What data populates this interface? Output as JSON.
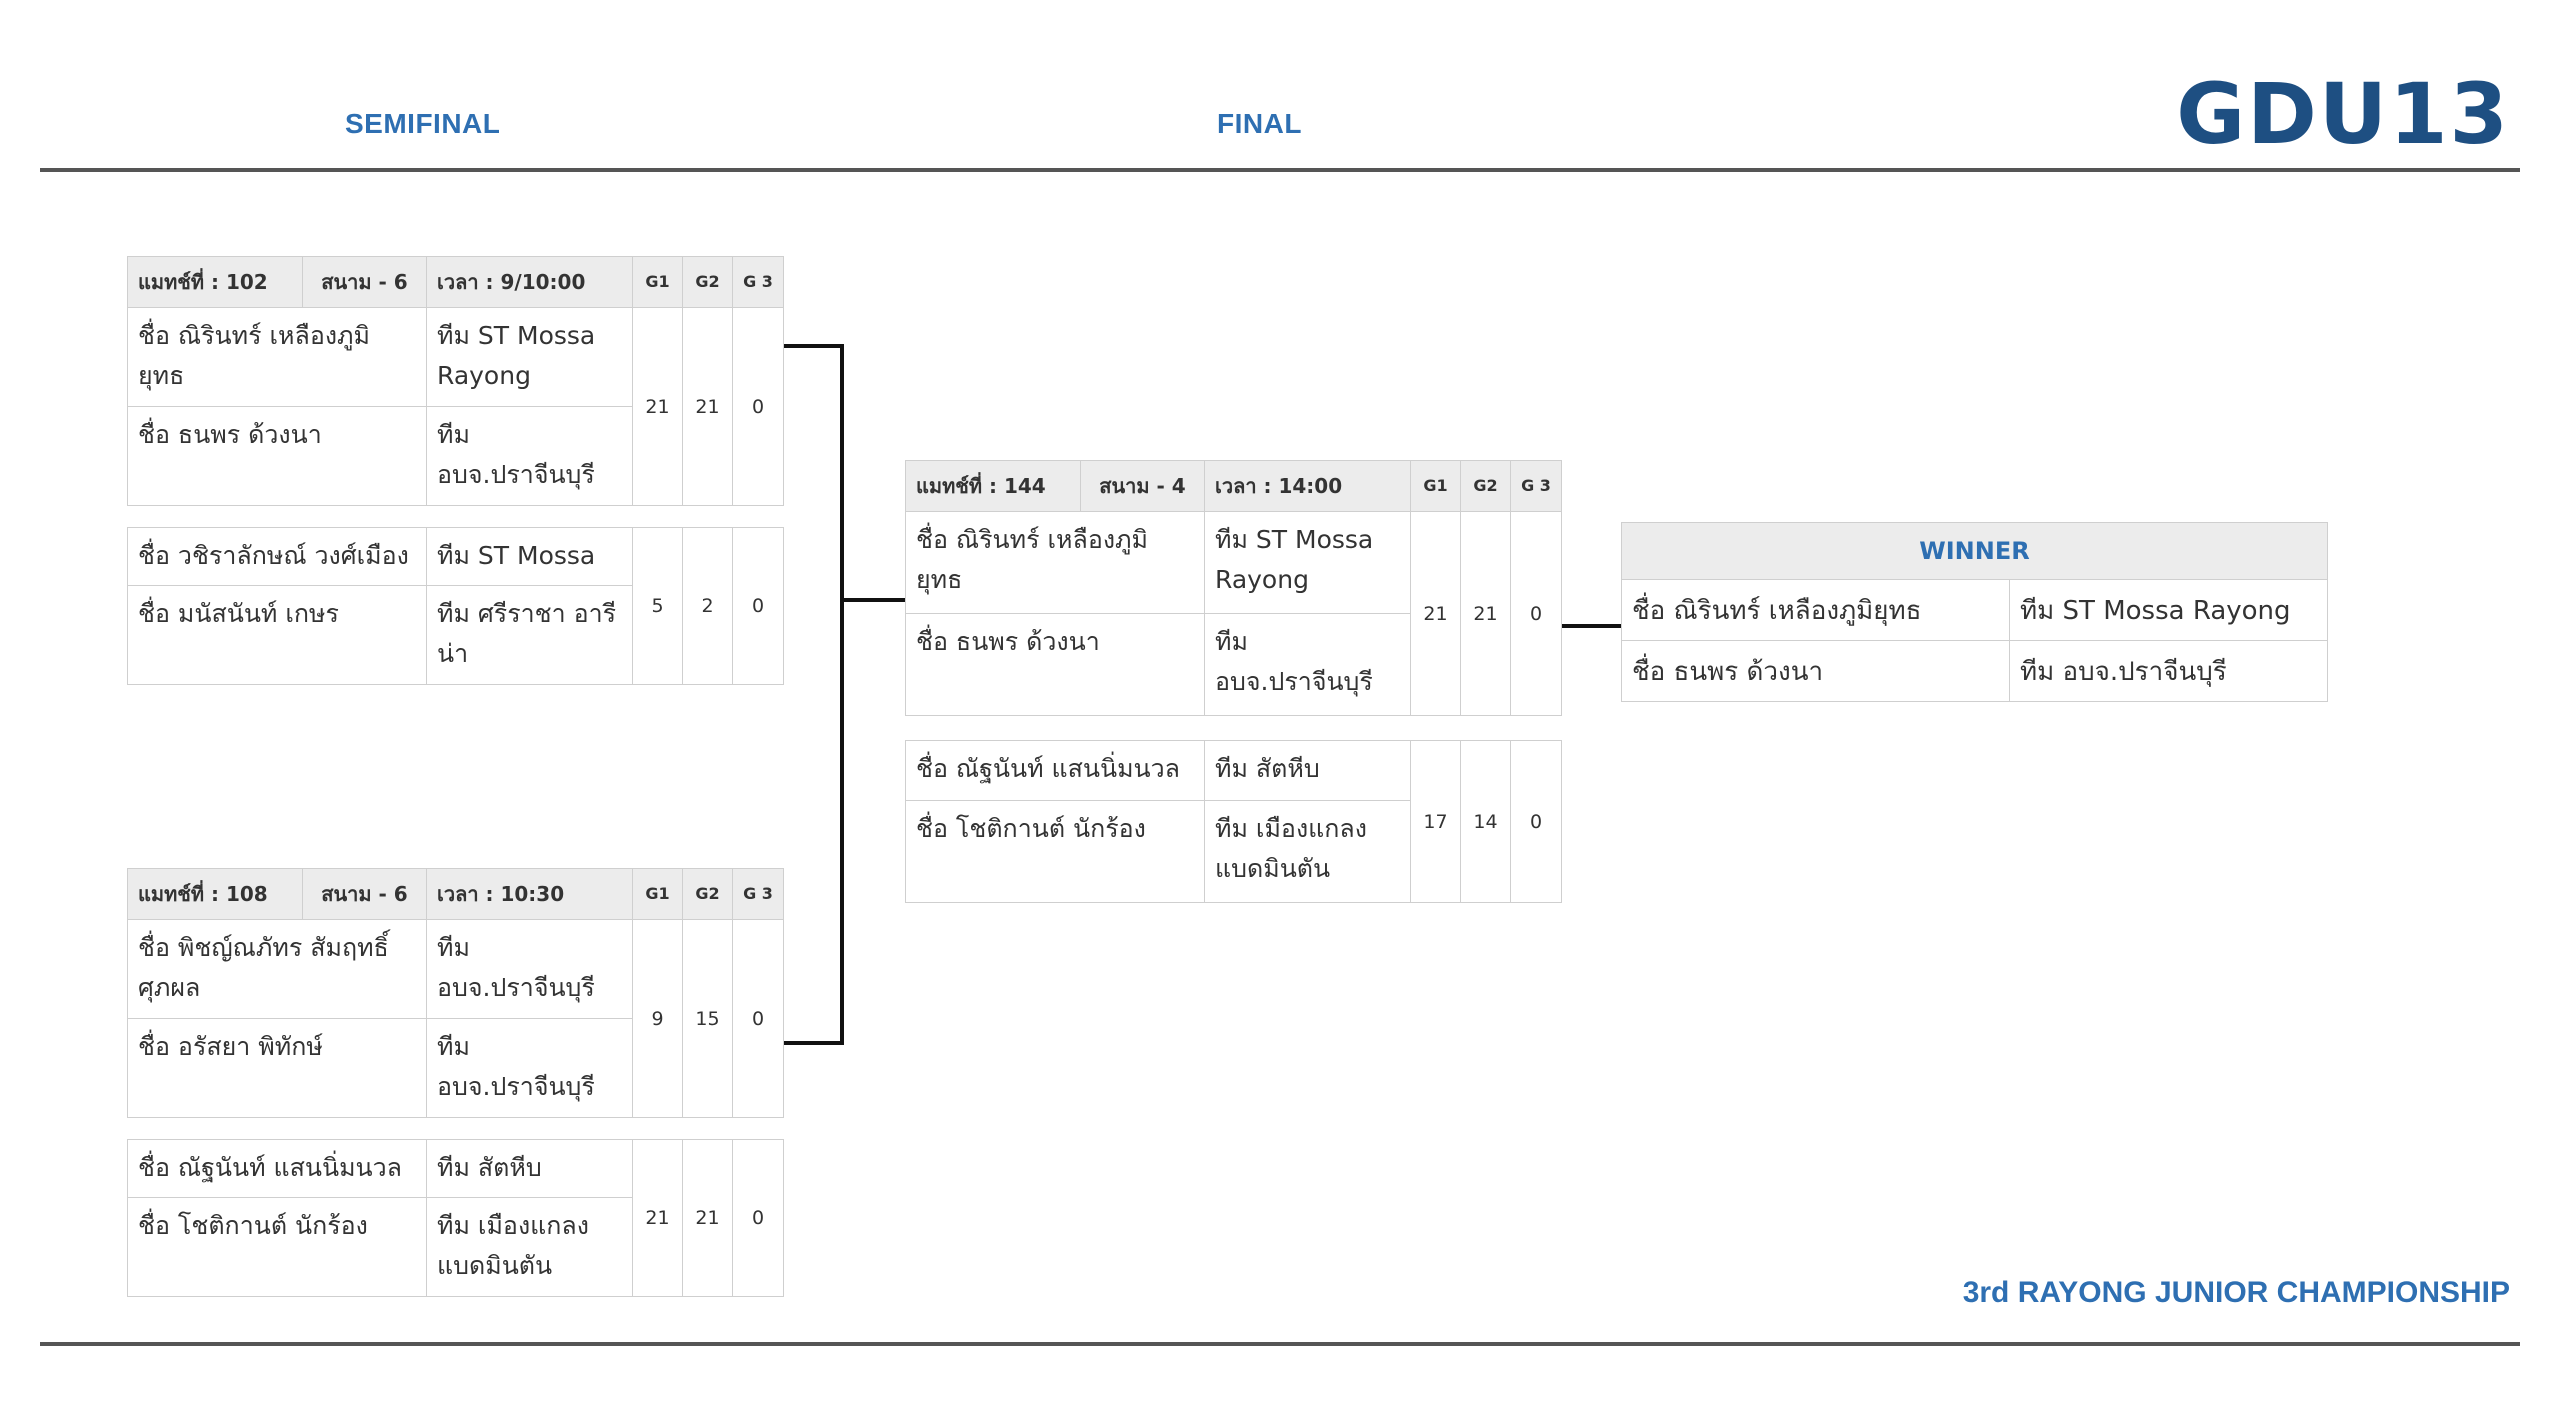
{
  "header": {
    "semifinal_label": "SEMIFINAL",
    "final_label": "FINAL",
    "logo": "GDU13"
  },
  "footer": {
    "event": "3rd RAYONG JUNIOR CHAMPIONSHIP"
  },
  "semifinal_1": {
    "match": "แมทช์ที่ : 102",
    "court": "สนาม - 6",
    "time": "เวลา : 9/10:00",
    "g1": "G1",
    "g2": "G2",
    "g3": "G 3",
    "pair_a": {
      "p1_name": "ชื่อ ณิรินทร์ เหลืองภูมิยุทธ",
      "p1_team": "ทีม ST Mossa Rayong",
      "p2_name": "ชื่อ ธนพร ด้วงนา",
      "p2_team": "ทีม อบจ.ปราจีนบุรี",
      "s1": "21",
      "s2": "21",
      "s3": "0"
    },
    "pair_b": {
      "p1_name": "ชื่อ วชิราลักษณ์ วงศ์เมือง",
      "p1_team": "ทีม ST Mossa",
      "p2_name": "ชื่อ มนัสนันท์ เกษร",
      "p2_team": "ทีม ศรีราชา อารีน่า",
      "s1": "5",
      "s2": "2",
      "s3": "0"
    }
  },
  "semifinal_2": {
    "match": "แมทช์ที่ : 108",
    "court": "สนาม - 6",
    "time": "เวลา : 10:30",
    "g1": "G1",
    "g2": "G2",
    "g3": "G 3",
    "pair_a": {
      "p1_name": "ชื่อ พิชญ์ณภัทร สัมฤทธิ์ศุภผล",
      "p1_team": "ทีม อบจ.ปราจีนบุรี",
      "p2_name": "ชื่อ อรัสยา พิทักษ์",
      "p2_team": "ทีม อบจ.ปราจีนบุรี",
      "s1": "9",
      "s2": "15",
      "s3": "0"
    },
    "pair_b": {
      "p1_name": "ชื่อ ณัฐนันท์ แสนนิ่มนวล",
      "p1_team": "ทีม สัตหีบ",
      "p2_name": "ชื่อ โชติกานต์ นักร้อง",
      "p2_team": "ทีม เมืองแกลง แบดมินตัน",
      "s1": "21",
      "s2": "21",
      "s3": "0"
    }
  },
  "final": {
    "match": "แมทช์ที่ : 144",
    "court": "สนาม - 4",
    "time": "เวลา : 14:00",
    "g1": "G1",
    "g2": "G2",
    "g3": "G 3",
    "pair_a": {
      "p1_name": "ชื่อ ณิรินทร์ เหลืองภูมิยุทธ",
      "p1_team": "ทีม ST Mossa Rayong",
      "p2_name": "ชื่อ ธนพร ด้วงนา",
      "p2_team": "ทีม อบจ.ปราจีนบุรี",
      "s1": "21",
      "s2": "21",
      "s3": "0"
    },
    "pair_b": {
      "p1_name": "ชื่อ ณัฐนันท์ แสนนิ่มนวล",
      "p1_team": "ทีม สัตหีบ",
      "p2_name": "ชื่อ โชติกานต์ นักร้อง",
      "p2_team": "ทีม เมืองแกลง แบดมินตัน",
      "s1": "17",
      "s2": "14",
      "s3": "0"
    }
  },
  "winner": {
    "label": "WINNER",
    "p1_name": "ชื่อ ณิรินทร์ เหลืองภูมิยุทธ",
    "p1_team": "ทีม ST Mossa Rayong",
    "p2_name": "ชื่อ ธนพร ด้วงนา",
    "p2_team": "ทีม อบจ.ปราจีนบุรี"
  },
  "colors": {
    "accent": "#2e6fb2",
    "logo": "#1e4f82",
    "header_bg": "#ececec",
    "border": "#cfcfcf"
  }
}
